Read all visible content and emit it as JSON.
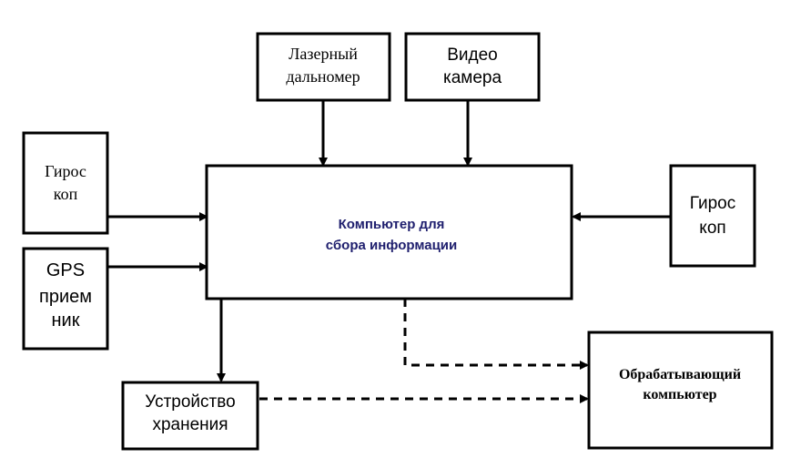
{
  "nodes": {
    "laser": {
      "line1": "Лазерный",
      "line2": "дальномер"
    },
    "video": {
      "line1": "Видео",
      "line2": "камера"
    },
    "gyro_left": {
      "line1": "Гирос",
      "line2": "коп"
    },
    "gps": {
      "line1": "GPS",
      "line2": "прием",
      "line3": "ник"
    },
    "main": {
      "line1": "Компьютер для",
      "line2": "сбора информации"
    },
    "gyro_right": {
      "line1": "Гирос",
      "line2": "коп"
    },
    "storage": {
      "line1": "Устройство",
      "line2": "хранения"
    },
    "processing": {
      "line1": "Обрабатывающий",
      "line2": "компьютер"
    }
  },
  "colors": {
    "main_text": "#1f1f6e",
    "stroke": "#000000"
  },
  "edges": [
    {
      "from": "laser",
      "to": "main",
      "style": "solid"
    },
    {
      "from": "video",
      "to": "main",
      "style": "solid"
    },
    {
      "from": "gyro_left",
      "to": "main",
      "style": "solid"
    },
    {
      "from": "gps",
      "to": "main",
      "style": "solid"
    },
    {
      "from": "gyro_right",
      "to": "main",
      "style": "solid"
    },
    {
      "from": "main",
      "to": "storage",
      "style": "solid"
    },
    {
      "from": "main",
      "to": "processing",
      "style": "dashed"
    },
    {
      "from": "storage",
      "to": "processing",
      "style": "dashed"
    }
  ]
}
